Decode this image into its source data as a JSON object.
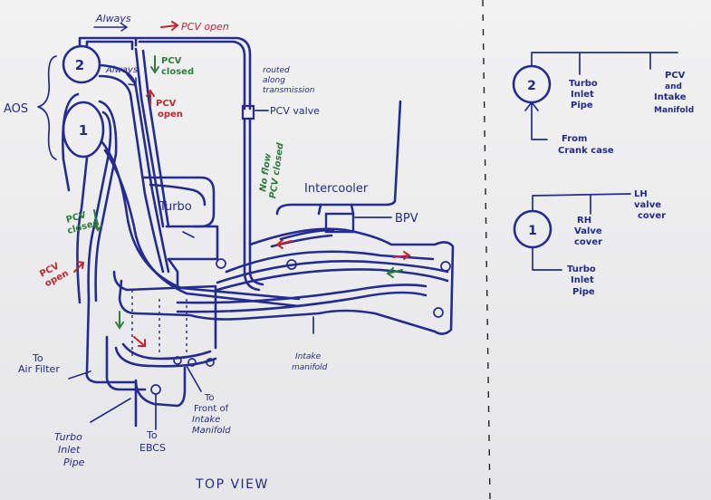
{
  "diagram": {
    "labels": {
      "always_top": "Always",
      "pcv_open_top": "PCV open",
      "always_mid": "Always",
      "pcv_closed_mid_1": "PCV",
      "pcv_closed_mid_2": "closed",
      "pcv_open_mid_1": "PCV",
      "pcv_open_mid_2": "open",
      "aos": "AOS",
      "routed_1": "routed",
      "routed_2": "along",
      "routed_3": "transmission",
      "pcv_valve": "PCV valve",
      "no_flow_1": "No flow",
      "no_flow_2": "PCV closed",
      "turbo": "Turbo",
      "pcv_closed_left_1": "PCV",
      "pcv_closed_left_2": "closed",
      "pcv_open_left_1": "PCV",
      "pcv_open_left_2": "open",
      "intercooler": "Intercooler",
      "bpv": "BPV",
      "to_air_filter_1": "To",
      "to_air_filter_2": "Air Filter",
      "turbo_inlet_1": "Turbo",
      "turbo_inlet_2": "Inlet",
      "turbo_inlet_3": "Pipe",
      "to_ebcs_1": "To",
      "to_ebcs_2": "EBCS",
      "to_front_1": "To",
      "to_front_2": "Front of",
      "to_front_3": "Intake",
      "to_front_4": "Manifold",
      "intake_manifold_1": "Intake",
      "intake_manifold_2": "manifold",
      "top_view": "TOP VIEW"
    },
    "circles": {
      "aos_2": "2",
      "aos_1": "1"
    }
  },
  "legend": {
    "top": {
      "circle": "2",
      "turbo_inlet_1": "Turbo",
      "turbo_inlet_2": "Inlet",
      "turbo_inlet_3": "Pipe",
      "pcv_1": "PCV",
      "pcv_2": "and",
      "pcv_3": "Intake",
      "pcv_4": "Manifold",
      "from_1": "From",
      "from_2": "Crank case"
    },
    "bottom": {
      "circle": "1",
      "lh_1": "LH",
      "lh_2": "valve",
      "lh_3": "cover",
      "rh_1": "RH",
      "rh_2": "Valve",
      "rh_3": "cover",
      "turbo_inlet_1": "Turbo",
      "turbo_inlet_2": "Inlet",
      "turbo_inlet_3": "Pipe"
    }
  },
  "colors": {
    "ink": "#232a8a",
    "red": "#c0262f",
    "green": "#2f7d3c",
    "paper": "#ececee"
  }
}
